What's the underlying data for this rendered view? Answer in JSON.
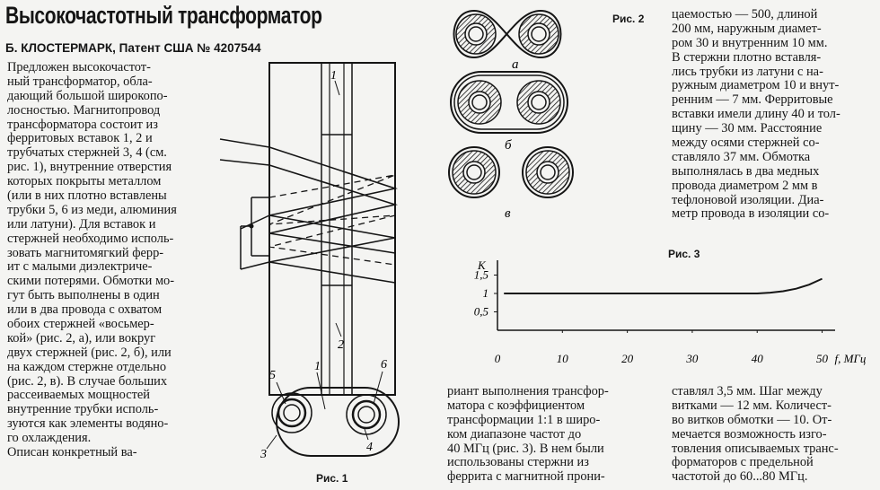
{
  "article": {
    "title": "Высокочастотный трансформатор",
    "author": "Б. КЛОСТЕРМАРК, Патент США № 4207544"
  },
  "col1_lines": [
    "Предложен высокочастот-",
    "ный трансформатор, обла-",
    "дающий большой широкопо-",
    "лосностью. Магнитопровод",
    "трансформатора состоит из",
    "ферритовых вставок 1, 2 и",
    "трубчатых стержней 3, 4 (см.",
    "рис. 1), внутренние отверстия",
    "которых покрыты металлом",
    "(или в них плотно вставлены",
    "трубки 5, 6 из меди, алюминия",
    "или латуни). Для вставок и",
    "стержней необходимо исполь-",
    "зовать магнитомягкий ферр-",
    "ит с малыми диэлектриче-",
    "скими потерями. Обмотки мо-",
    "гут быть выполнены в один",
    "или в два провода с охватом",
    "обоих стержней «восьмер-",
    "кой» (рис. 2, а), или вокруг",
    "двух стержней (рис. 2, б), или",
    "на каждом стержне отдельно",
    "(рис. 2, в). В случае больших",
    "рассеиваемых мощностей",
    "внутренние трубки исполь-",
    "зуются как элементы водяно-",
    "го охлаждения.",
    "Описан конкретный ва-"
  ],
  "col3_lines": [
    "риант выполнения трансфор-",
    "матора с коэффициентом",
    "трансформации 1:1 в широ-",
    "ком диапазоне частот до",
    "40 МГц (рис. 3). В нем были",
    "использованы стержни из",
    "феррита с магнитной прони-"
  ],
  "col4_top_lines": [
    "цаемостью — 500, длиной",
    "200 мм, наружным диамет-",
    "ром 30 и внутренним 10 мм.",
    "В стержни плотно вставля-",
    "лись трубки из латуни с на-",
    "ружным диаметром 10 и внут-",
    "ренним — 7 мм. Ферритовые",
    "вставки имели длину 40 и тол-",
    "щину — 30 мм. Расстояние",
    "между осями стержней со-",
    "ставляло 37 мм. Обмотка",
    "выполнялась в два медных",
    "провода диаметром 2 мм в",
    "тефлоновой изоляции. Диа-",
    "метр провода в изоляции со-"
  ],
  "col4_bottom_lines": [
    "ставлял 3,5 мм. Шаг между",
    "витками — 12 мм. Количест-",
    "во витков обмотки — 10. От-",
    "мечается возможность изго-",
    "товления описываемых транс-",
    "форматоров с предельной",
    "частотой до 60...80 МГц."
  ],
  "figures": {
    "fig1_caption": "Рис. 1",
    "fig2_caption": "Рис. 2",
    "fig3_caption": "Рис. 3",
    "fig1_labels": {
      "insert_top": "1",
      "insert_bottom": "2",
      "tube_left": "5",
      "tube_right": "6",
      "insert_end": "1",
      "rod_left": "3",
      "rod_right": "4"
    },
    "fig2_labels": {
      "a": "а",
      "b": "б",
      "v": "в"
    }
  },
  "chart_data": {
    "type": "line",
    "title": "",
    "xlabel": "f, МГц",
    "ylabel": "К",
    "xlim": [
      0,
      52
    ],
    "ylim": [
      0,
      2.0
    ],
    "x_ticks": [
      "0",
      "10",
      "20",
      "30",
      "40",
      "50"
    ],
    "y_ticks": [
      "0,5",
      "1",
      "1,5"
    ],
    "series": [
      {
        "x": [
          1,
          5,
          10,
          15,
          20,
          25,
          30,
          35,
          38,
          40,
          42,
          44,
          46,
          48,
          50
        ],
        "y": [
          1.0,
          1.0,
          1.0,
          1.0,
          1.0,
          1.0,
          1.0,
          1.0,
          1.0,
          1.0,
          1.02,
          1.06,
          1.13,
          1.24,
          1.4
        ]
      }
    ],
    "grid": false
  }
}
